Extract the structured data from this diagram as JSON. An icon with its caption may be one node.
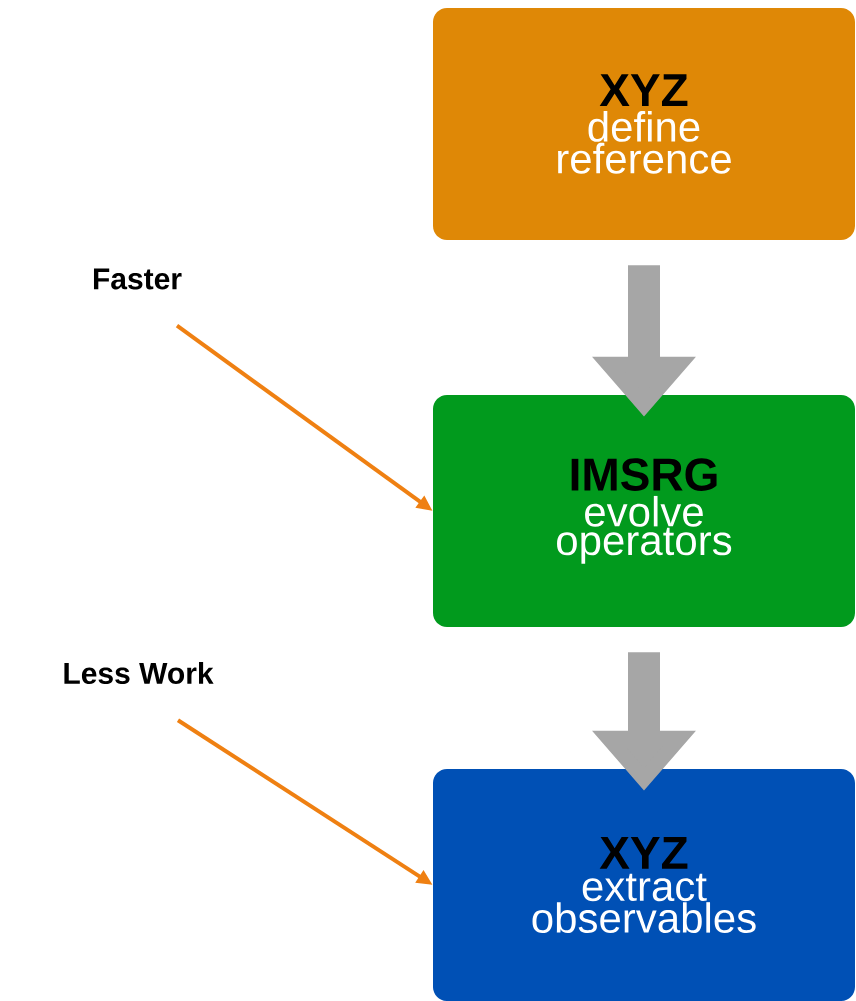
{
  "diagram": {
    "nodes": [
      {
        "text": [
          "XYZ",
          "define reference"
        ]
      },
      {
        "text": [
          "IMSRG",
          "evolve operators"
        ]
      },
      {
        "text": [
          "XYZ",
          "extract observables"
        ]
      },
      {
        "text": [
          "Faster"
        ]
      },
      {
        "text": [
          "Less Work"
        ]
      }
    ],
    "edges": [
      {
        "from": 0,
        "to": 1,
        "arrow": "to",
        "style": "thick",
        "color": "#a6a6a6"
      },
      {
        "from": 1,
        "to": 2,
        "arrow": "to",
        "style": "thick",
        "color": "#a6a6a6"
      },
      {
        "from": 3,
        "to": 1,
        "arrow": "to",
        "color": "#ef8012"
      },
      {
        "from": 4,
        "to": 2,
        "arrow": "to",
        "color": "#ef8012"
      }
    ]
  }
}
